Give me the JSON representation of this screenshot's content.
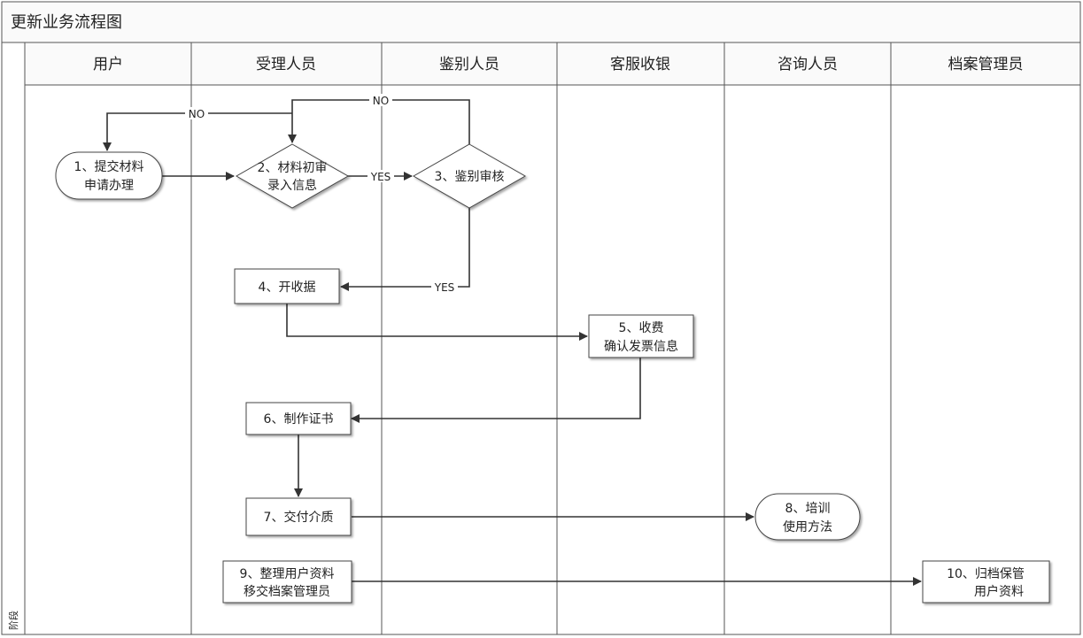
{
  "title": "更新业务流程图",
  "phase_label": "阶段",
  "lanes": [
    "用户",
    "受理人员",
    "鉴别人员",
    "客服收银",
    "咨询人员",
    "档案管理员"
  ],
  "nodes": [
    {
      "id": "n1",
      "lines": [
        "1、提交材料",
        "申请办理"
      ]
    },
    {
      "id": "n2",
      "lines": [
        "2、材料初审",
        "录入信息"
      ]
    },
    {
      "id": "n3",
      "lines": [
        "3、鉴别审核"
      ]
    },
    {
      "id": "n4",
      "lines": [
        "4、开收据"
      ]
    },
    {
      "id": "n5",
      "lines": [
        "5、收费",
        "确认发票信息"
      ]
    },
    {
      "id": "n6",
      "lines": [
        "6、制作证书"
      ]
    },
    {
      "id": "n7",
      "lines": [
        "7、交付介质"
      ]
    },
    {
      "id": "n8",
      "lines": [
        "8、培训",
        "使用方法"
      ]
    },
    {
      "id": "n9",
      "lines": [
        "9、整理用户资料",
        "移交档案管理员"
      ]
    },
    {
      "id": "n10",
      "lines": [
        "10、归档保管",
        "用户资料"
      ]
    }
  ],
  "edges": [
    {
      "from": "n1",
      "to": "n2",
      "label": ""
    },
    {
      "from": "n2",
      "to": "n3",
      "label": "YES"
    },
    {
      "from": "n2",
      "to": "n1",
      "label": "NO"
    },
    {
      "from": "n3",
      "to": "n2",
      "label": "NO"
    },
    {
      "from": "n3",
      "to": "n4",
      "label": "YES"
    },
    {
      "from": "n4",
      "to": "n5",
      "label": ""
    },
    {
      "from": "n5",
      "to": "n6",
      "label": ""
    },
    {
      "from": "n6",
      "to": "n7",
      "label": ""
    },
    {
      "from": "n7",
      "to": "n8",
      "label": ""
    },
    {
      "from": "n9",
      "to": "n10",
      "label": ""
    }
  ]
}
